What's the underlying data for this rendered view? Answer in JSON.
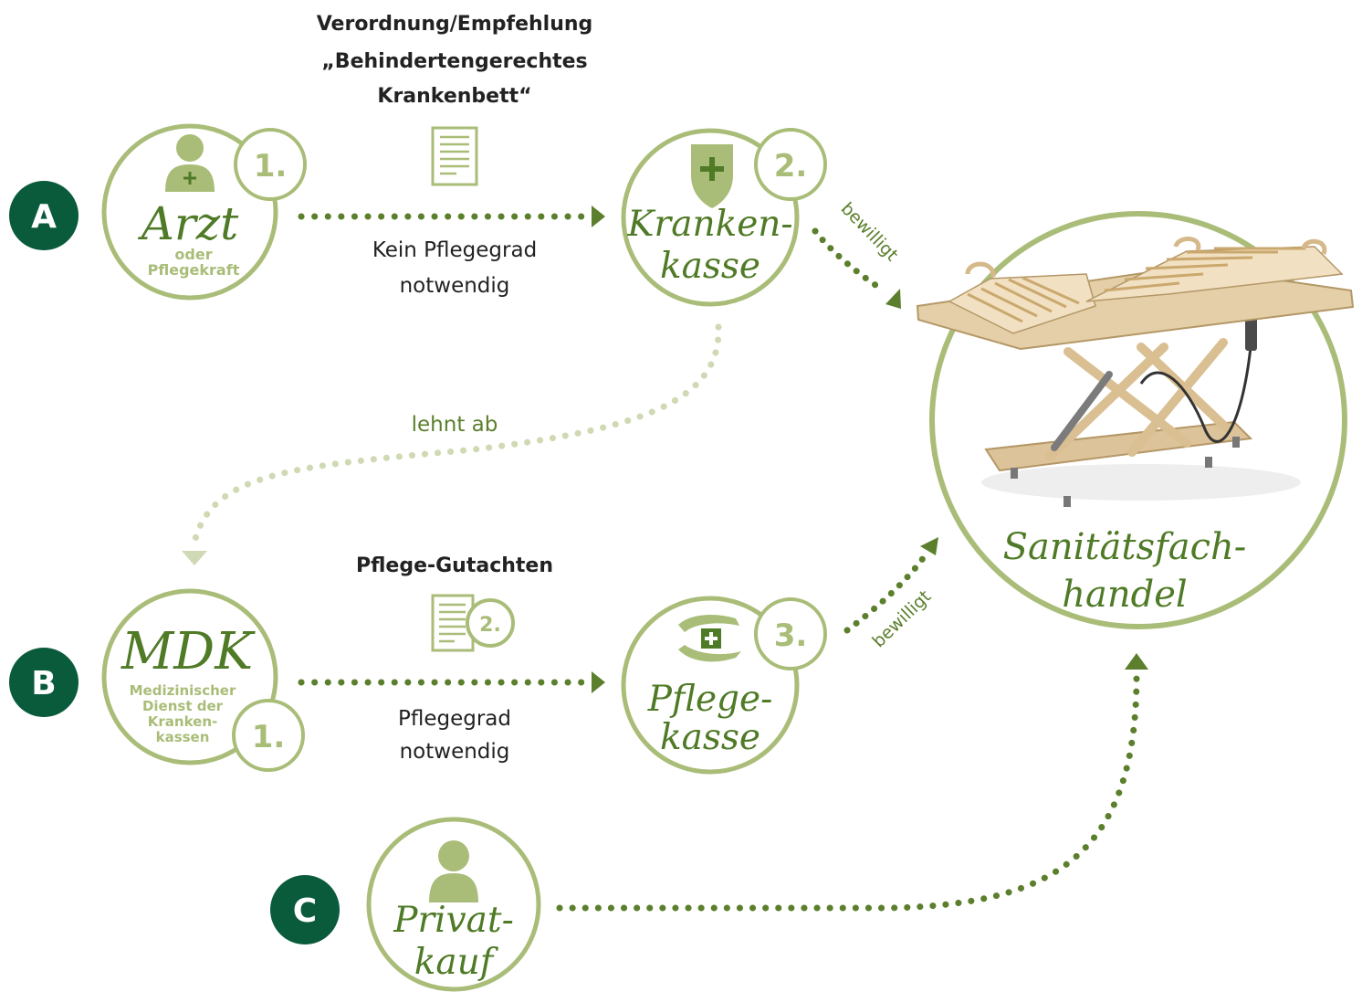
{
  "colors": {
    "dark_green": "#0a5a3c",
    "leaf": "#a9bd78",
    "leaf_light": "#cfd9b3",
    "arrow": "#5b7f2c",
    "script": "#4f7a26",
    "text": "#222222"
  },
  "paths": {
    "a": {
      "label": "A"
    },
    "b": {
      "label": "B"
    },
    "c": {
      "label": "C"
    }
  },
  "nodes": {
    "arzt": {
      "title": "Arzt",
      "subtitle_1": "oder",
      "subtitle_2": "Pflegekraft",
      "step": "1.",
      "icon": "doctor-icon"
    },
    "krankenkasse": {
      "title_1": "Kranken-",
      "title_2": "kasse",
      "step": "2.",
      "icon": "shield-cross-icon"
    },
    "mdk": {
      "title": "MDK",
      "subtitle_1": "Medizinischer",
      "subtitle_2": "Dienst der",
      "subtitle_3": "Kranken-",
      "subtitle_4": "kassen",
      "step": "1."
    },
    "pflegekasse": {
      "title_1": "Pflege-",
      "title_2": "kasse",
      "step": "3.",
      "icon": "hands-cross-icon"
    },
    "privatkauf": {
      "title_1": "Privat-",
      "title_2": "kauf",
      "icon": "person-icon"
    },
    "sanitaetsfachhandel": {
      "title_1": "Sanitätsfach-",
      "title_2": "handel",
      "image": "care-bed-image"
    }
  },
  "documents": {
    "verordnung": {
      "line_1": "Verordnung/Empfehlung",
      "line_2": "„Behindertengerechtes",
      "line_3": "Krankenbett“",
      "icon": "document-icon"
    },
    "gutachten": {
      "line_1": "Pflege-Gutachten",
      "step": "2.",
      "icon": "document-icon"
    }
  },
  "edges": {
    "a_note_1": "Kein Pflegegrad",
    "a_note_2": "notwendig",
    "b_note_1": "Pflegegrad",
    "b_note_2": "notwendig",
    "reject": "lehnt ab",
    "approve_top": "bewilligt",
    "approve_bottom": "bewilligt"
  }
}
